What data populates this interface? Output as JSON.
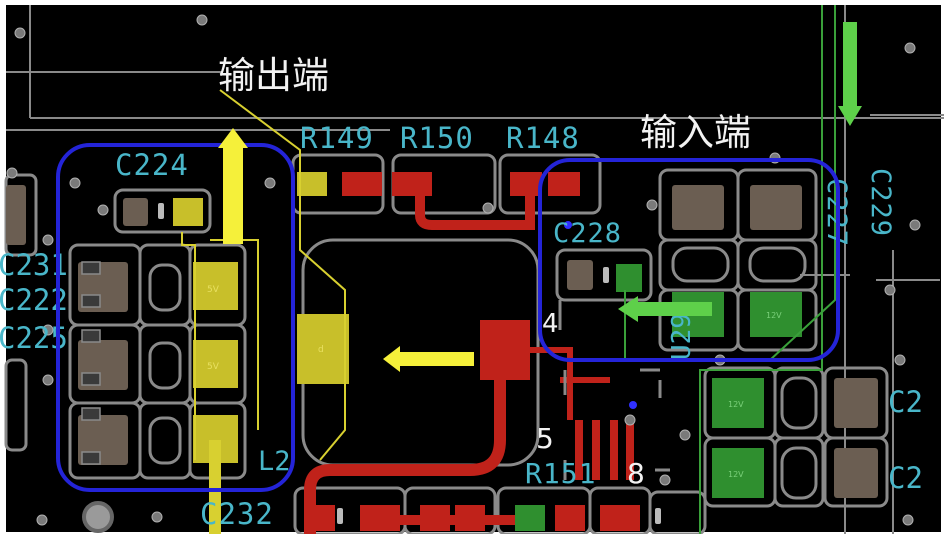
{
  "annotations": {
    "output_label": "输出端",
    "input_label": "输入端"
  },
  "designators": {
    "r149": "R149",
    "r150": "R150",
    "r148": "R148",
    "c224": "C224",
    "c228": "C228",
    "c227": "C227",
    "c229": "C229",
    "c231": "C231",
    "c222": "C222",
    "c225": "C225",
    "c232": "C232",
    "l2": "L2",
    "r151": "R151",
    "u29": "U29",
    "c23_right_top": "C2",
    "c23_right_bottom": "C2"
  },
  "pins": {
    "pin4": "4",
    "pin5": "5",
    "pin8": "8"
  },
  "pad_labels": {
    "out_pad_1": "5V",
    "out_pad_2": "5V",
    "in_pad": "12V",
    "right_pad_1": "12V",
    "right_pad_2": "12V",
    "inductor_pad": "d"
  },
  "colors": {
    "board": "#000000",
    "outline": "#8a8a8a",
    "top_copper": "#c0221a",
    "output_net": "#d8d030",
    "input_net": "#2f8f2f",
    "highlight_box": "#2424d8",
    "designator": "#49b6c9",
    "arrow_yellow": "#f5f03a",
    "arrow_green": "#5ed04a"
  }
}
